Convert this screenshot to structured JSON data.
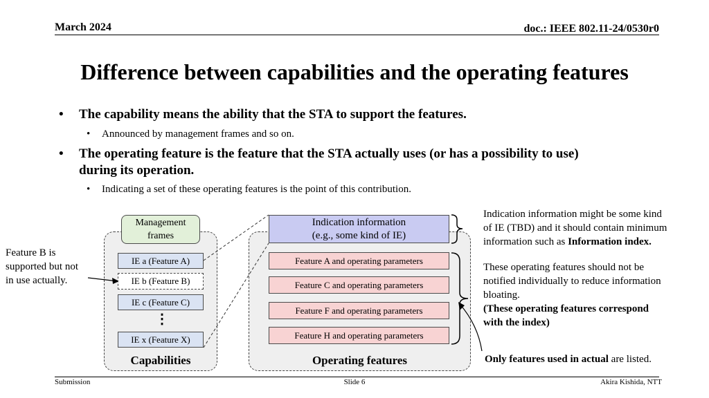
{
  "header": {
    "date": "March 2024",
    "doc": "doc.: IEEE 802.11-24/0530r0"
  },
  "title": "Difference between capabilities and the operating features",
  "bullets": [
    {
      "text": "The capability means the ability that the STA to support the features.",
      "sub": "Announced by management frames and so on."
    },
    {
      "text_line1": "The operating feature is the feature that the STA actually uses (or has a possibility to use)",
      "text_line2": "during its operation.",
      "sub": "Indicating a set of these operating features is the point of this contribution."
    }
  ],
  "diagram": {
    "management_frames": {
      "line1": "Management",
      "line2": "frames"
    },
    "capabilities": {
      "label": "Capabilities",
      "items": [
        "IE a (Feature A)",
        "IE b (Feature B)",
        "IE c (Feature C)",
        "IE x (Feature X)"
      ],
      "ellipsis": "⋮"
    },
    "operating": {
      "label": "Operating features",
      "indication": {
        "line1": "Indication information",
        "line2": "(e.g., some kind of IE)"
      },
      "items": [
        "Feature A and operating parameters",
        "Feature C and operating parameters",
        "Feature F and operating parameters",
        "Feature H and operating parameters"
      ]
    },
    "feature_b_note": {
      "line1": "Feature B is",
      "line2": "supported but not",
      "line3": "in use actually."
    },
    "note1": {
      "line1": "Indication information might be some kind",
      "line2": "of IE (TBD) and it should contain minimum",
      "line3_plain": "information such as ",
      "line3_bold": "Information index."
    },
    "note2": {
      "line1": "These operating features should not be",
      "line2": "notified individually to reduce information",
      "line3": "bloating.",
      "line4": "(These operating features correspond",
      "line5": "with the index)"
    },
    "note3": {
      "bold": "Only features used in actual",
      "plain": " are listed."
    }
  },
  "footer": {
    "left": "Submission",
    "center": "Slide 6",
    "right": "Akira Kishida, NTT"
  }
}
